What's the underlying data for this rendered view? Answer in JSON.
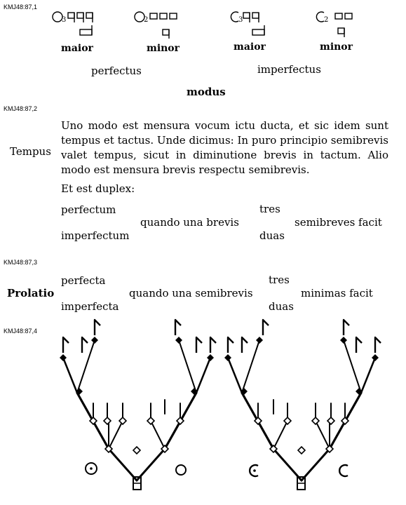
{
  "refs": [
    "KMJ48:87,1",
    "KMJ48:87,2",
    "KMJ48:87,3",
    "KMJ48:87,4"
  ],
  "modus": {
    "items": [
      {
        "sym": "O",
        "sub": "3",
        "label": "maior"
      },
      {
        "sym": "O",
        "sub": "2",
        "label": "minor"
      },
      {
        "sym": "C",
        "sub": "3",
        "label": "maior"
      },
      {
        "sym": "C",
        "sub": "2",
        "label": "minor"
      }
    ],
    "perfectus": "perfectus",
    "imperfectus": "imperfectus",
    "title": "modus"
  },
  "tempus": {
    "label": "Tempus",
    "text": "Uno modo est mensura vocum ictu ducta, et sic idem sunt tempus et tactus. Unde dicimus: In puro principio semibrevis valet tempus, sicut in diminutione brevis in tactum. Alio modo est mensura brevis respectu semibrevis.",
    "duplex": "Et est duplex:",
    "perfectum": "perfectum",
    "imperfectum": "imperfectum",
    "quando": "quando una brevis",
    "tres": "tres",
    "duas": "duas",
    "facit": "semibreves facit"
  },
  "prolatio": {
    "label": "Prolatio",
    "perfecta": "perfecta",
    "imperfecta": "imperfecta",
    "quando": "quando una semibrevis",
    "tres": "tres",
    "duas": "duas",
    "facit": "minimas facit"
  }
}
